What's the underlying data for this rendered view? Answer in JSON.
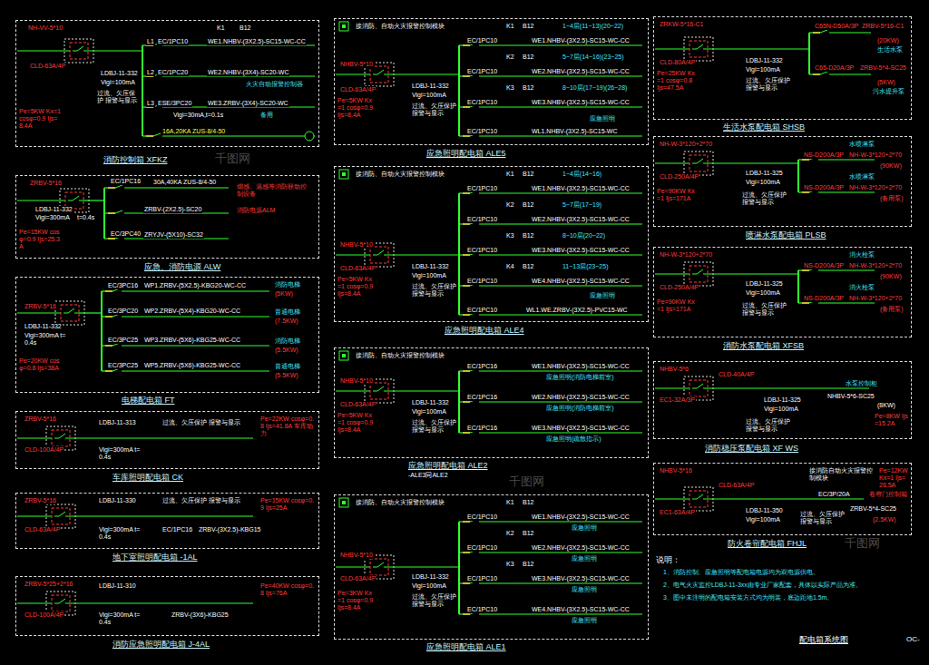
{
  "diagram": {
    "title": "配电箱系统图",
    "nodes": [
      {
        "text": [
          "消防控制箱 XFKZ",
          "NH-VV-5*10",
          "CLD-63A/4P",
          "LDBJ-11-332",
          "Vigi=100mA",
          "Pe=5KW Kx=1 cosφ=0.9 Ijs=8.4A",
          "K1",
          "B12",
          "L1",
          "EC/1PC10",
          "WE1.NHBV-(3X2.5)-SC15-WC-CC",
          "L2",
          "EC/1PC20",
          "WE2.NHBV-(3X4)-SC20-WC",
          "火灾自动报警控制器",
          "L3",
          "ESE/3PC20",
          "WE3.ZRBV-(3X4)-SC20-WC",
          "Vigi=30mA,t=0.1s",
          "备用",
          "16A,20KA ZUS-8/4-50",
          "过流、欠压保护 报警与显示"
        ]
      },
      {
        "text": [
          "应急、消防电源 ALW",
          "ZRBV-5*16",
          "LDBJ-11-332",
          "Vigi=300mA",
          "t=0.4s",
          "EC/1PC16",
          "30A,40KA ZUS-8/4-50",
          "烟感、温感等消防联动控制设备",
          "ZRBV-(2X2.5)-SC20",
          "消防电源ALM",
          "EC/3PC40",
          "ZRYJV-(5X10)-SC32",
          "Pe=15KW cosφ=0.9 Ijs=25.3A"
        ]
      },
      {
        "text": [
          "电梯配电箱 FT",
          "ZRBV-5*16",
          "LDBJ-11-332",
          "Vigi=300mA t=0.4s",
          "EC/3PC16",
          "WP1.ZRBV-(5X2.5)-KBG20-WC-CC",
          "EC/3PC20",
          "WP2.ZRBV-(5X4)-KBG20-WC-CC",
          "EC/3PC25",
          "WP3.ZRBV-(5X6)-KBG25-WC-CC",
          "EC/3PC25",
          "WP5.ZRBV-(5X6)-KBG25-WC-CC",
          "Pe=20KW cosφ=0.8 Ijs=38A",
          "消防电梯",
          "(5KW)",
          "普通电梯",
          "(7.5KW)",
          "消防电梯",
          "(5.5KW)",
          "普通电梯",
          "(5.5KW)"
        ]
      },
      {
        "text": [
          "车库照明配电箱 CK",
          "ZRBV-5*16",
          "CLD-100A/4P",
          "LDBJ-11-313",
          "Vigi=300mA t=0.4s",
          "过流、欠压保护 报警与显示",
          "Pe=22KW cosφ=0.8 Ijs=41.8A 车库动力"
        ]
      },
      {
        "text": [
          "地下室照明配电箱 -1AL",
          "ZRBV-5*16",
          "CLD-63A/4P",
          "LDBJ-11-330",
          "Vigi=300mA t=0.4s",
          "过流、欠压保护 报警与显示",
          "EC/1PC16",
          "ZRBV-(3X2.5)-KBG15",
          "Pe=15KW cosφ=0.9 Ijs=25A"
        ]
      },
      {
        "text": [
          "消防应急照明配电箱 J-4AL",
          "ZRBV-5*25+2*16",
          "CLD-100A/4P",
          "LDBJ-11-310",
          "Vigi=300mA t=0.4s",
          "ZRBV-(3X6)-KBG25",
          "Pe=40KW cosφ=0.8 Ijs=76A"
        ]
      },
      {
        "text": [
          "应急照明配电箱 ALE5",
          "接消防、自动火灾报警控制模块",
          "NHBV-5*10",
          "CLD-63A/4P",
          "LDBJ-11-332",
          "Vigi=100mA",
          "过流、欠压保护 报警与显示",
          "Pe=5KW Kx=1 cosφ=0.9 Ijs=8.4A",
          "K1",
          "B12",
          "EC/1PC10",
          "WE1.NHBV-(3X2.5)-SC15-WC-CC",
          "1~4层(11~13)(20~22)",
          "K2",
          "B12",
          "EC/1PC10",
          "WE2.NHBV-(3X2.5)-SC15-WC-CC",
          "5~7层(14~16)(23~25)",
          "K3",
          "B12",
          "EC/1PC10",
          "WE3.NHBV-(3X2.5)-SC15-WC-CC",
          "8~10层(17~19)(26~28)",
          "EC/1PC10",
          "WL1.NHBV-(3X2.5)-SC15-WC",
          "应急照明"
        ]
      },
      {
        "text": [
          "应急照明配电箱 ALE4",
          "接消防、自动火灾报警控制模块",
          "NHBV-5*10",
          "CLD-63A/4P",
          "LDBJ-11-332",
          "Vigi=100mA",
          "过流、欠压保护 报警与显示",
          "Pe=5KW Kx=1 cosφ=0.9 Ijs=8.4A",
          "K1",
          "B12",
          "EC/1PC10",
          "WE1.NHBV-(3X2.5)-SC15-WC-CC",
          "1~4层(14~16)",
          "K2",
          "B12",
          "EC/1PC10",
          "WE2.NHBV-(3X2.5)-SC15-WC-CC",
          "5~7层(17~19)",
          "K3",
          "B12",
          "EC/1PC10",
          "WE3.NHBV-(3X2.5)-SC15-WC-CC",
          "8~10层(20~22)",
          "K4",
          "B12",
          "EC/1PC10",
          "WE4.NHBV-(3X2.5)-SC15-WC-CC",
          "11~13层(23~25)",
          "EC/1PC10",
          "WL1.WE.ZRBV-(3X2.5)-PVC15-WC",
          "应急照明"
        ]
      },
      {
        "text": [
          "应急照明配电箱 ALE2",
          "-ALE3同ALE2",
          "接消防、自动火灾报警控制模块",
          "NHBV-5*10",
          "CLD-63A/4P",
          "LDBJ-11-332",
          "Vigi=100mA",
          "过流、欠压保护 报警与显示",
          "Pe=5KW Kx=1 cosφ=0.9 Ijs=8.4A",
          "EC/1PC16",
          "WE1.NHBV-(3X2.5)-SC15-WC-CC",
          "应急照明(消防电梯前室)",
          "EC/1PC16",
          "WE2.NHBV-(3X2.5)-SC15-WC-CC",
          "应急照明(消防电梯前室)",
          "EC/1PC16",
          "WE3.NHBV-(3X2.5)-SC15-WC-CC",
          "应急照明(疏散指示)"
        ]
      },
      {
        "text": [
          "应急照明配电箱 ALE1",
          "接消防、自动火灾报警控制模块",
          "NHBV-5*10",
          "CLD-63A/4P",
          "LDBJ-11-332",
          "Vigi=100mA",
          "过流、欠压保护 报警与显示",
          "Pe=3KW Kx=1 cosφ=0.9 Ijs=8.4A",
          "K1",
          "B12",
          "EC/1PC10",
          "WE1.NHBV-(3X2.5)-SC15-WC-CC",
          "应急照明",
          "K2",
          "B12",
          "EC/1PC10",
          "WE2.NHBV-(3X2.5)-SC15-WC-CC",
          "应急照明",
          "K3",
          "B12",
          "EC/1PC10",
          "WE3.NHBV-(3X2.5)-SC15-WC-CC",
          "应急照明",
          "EC/1PC10",
          "WE4.NHBV-(3X2.5)-SC15-WC-CC",
          "应急照明"
        ]
      },
      {
        "text": [
          "生活水泵配电箱 SHSB",
          "ZRKW-5*16-C1",
          "CLD-80A/4P",
          "LDBJ-11-332",
          "Vigi=100mA",
          "过流、欠压保护 报警与显示",
          "Pe=25KW Kx=1 cosφ=0.8 Ijs=47.5A",
          "C65N-D50A/3P",
          "ZRBV-5*16-C1",
          "(20KW)",
          "生活水泵",
          "C65-D20A/3P",
          "ZRBV-5*4-SC25",
          "(5KW)",
          "污水提升泵"
        ]
      },
      {
        "text": [
          "喷淋水泵配电箱 PLSB",
          "NH-W-3*120+2*70",
          "CLD-250A/4P",
          "LDBJ-11-325",
          "Vigi=100mA",
          "过流、欠压保护 报警与显示",
          "Pe=90KW Kx=1 Ijs=171A",
          "NS-D200A/3P",
          "NH-W-3*120+2*70",
          "(90KW)",
          "水喷淋泵",
          "NS-D200A/3P",
          "NH-W-3*120+2*70",
          "(备用泵)",
          "水喷淋泵"
        ]
      },
      {
        "text": [
          "消防水泵配电箱 XFSB",
          "NH-W-3*120+2*70",
          "CLD-250A/4P",
          "LDBJ-11-325",
          "Vigi=100mA",
          "过流、欠压保护 报警与显示",
          "Pe=90KW Kx=1 Ijs=171A",
          "NS-D200A/3P",
          "NH-W-3*120+2*70",
          "(90KW)",
          "消火栓泵",
          "NS-D200A/3P",
          "NH-W-3*120+2*70",
          "(备用泵)",
          "消火栓泵"
        ]
      },
      {
        "text": [
          "消防稳压泵配电箱 XF WS",
          "NHBV-5*6",
          "CLD-40A/4P",
          "EC1-32A/3P",
          "LDBJ-11-325",
          "Vigi=100mA",
          "过流、欠压保护 报警与显示",
          "NHBV-5*6-SC25",
          "水泵控制柜",
          "(8KW)",
          "Pe=8KW Ijs=15.2A"
        ]
      },
      {
        "text": [
          "防火卷帘配电箱 FHJL",
          "NHBV-5*16",
          "CLD-63A/4P",
          "EC1-63A/4P",
          "LDBJ-11-350",
          "Vigi=100mA",
          "过流、欠压保护 报警与显示",
          "接消防自动火灾报警控制模块",
          "EC/3P/20A",
          "ZRBV-5*4-SC25",
          "卷帘门控制箱",
          "(2.5KW)",
          "Pe=12KW Kx=1 Ijs=26.5A"
        ]
      }
    ],
    "labels": [
      "说明：",
      "1、消防控制、应急照明等配电箱电源均为双电源供电。",
      "2、电气火灾监控LDBJ-11-3xx由专业厂家配套，具体以实际产品为准。",
      "3、图中未注明的配电箱安装方式均为明装，底边距地1.5m。",
      "OC-",
      "千图网",
      "千图网",
      "千图网"
    ]
  }
}
